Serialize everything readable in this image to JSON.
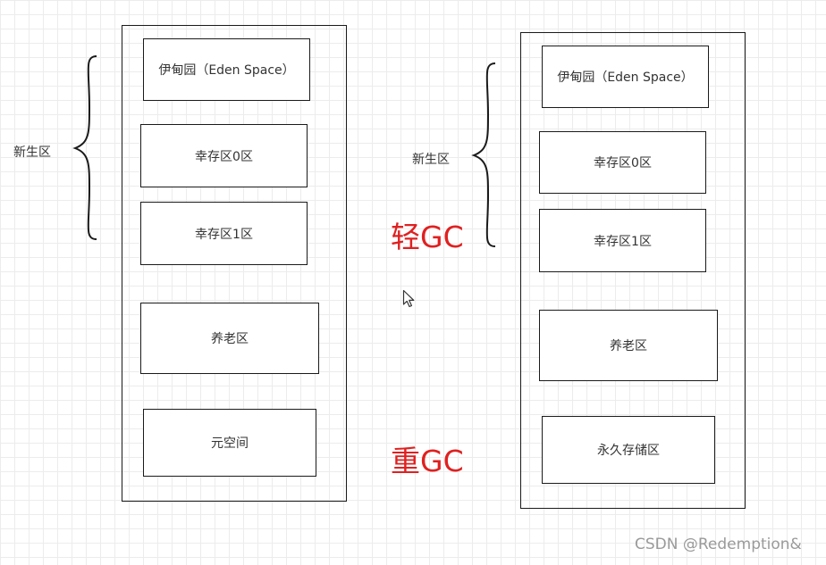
{
  "left_diagram": {
    "young_gen_label": "新生区",
    "eden": "伊甸园（Eden Space）",
    "survivor0": "幸存区0区",
    "survivor1": "幸存区1区",
    "old_gen": "养老区",
    "metaspace": "元空间"
  },
  "right_diagram": {
    "young_gen_label": "新生区",
    "eden": "伊甸园（Eden Space）",
    "survivor0": "幸存区0区",
    "survivor1": "幸存区1区",
    "old_gen": "养老区",
    "perm_gen": "永久存储区"
  },
  "minor_gc_label": "轻GC",
  "major_gc_label": "重GC",
  "watermark": "CSDN @Redemption&",
  "colors": {
    "gc_text": "#e02020",
    "border": "#1a1a1a",
    "watermark": "#9a9a9a"
  }
}
